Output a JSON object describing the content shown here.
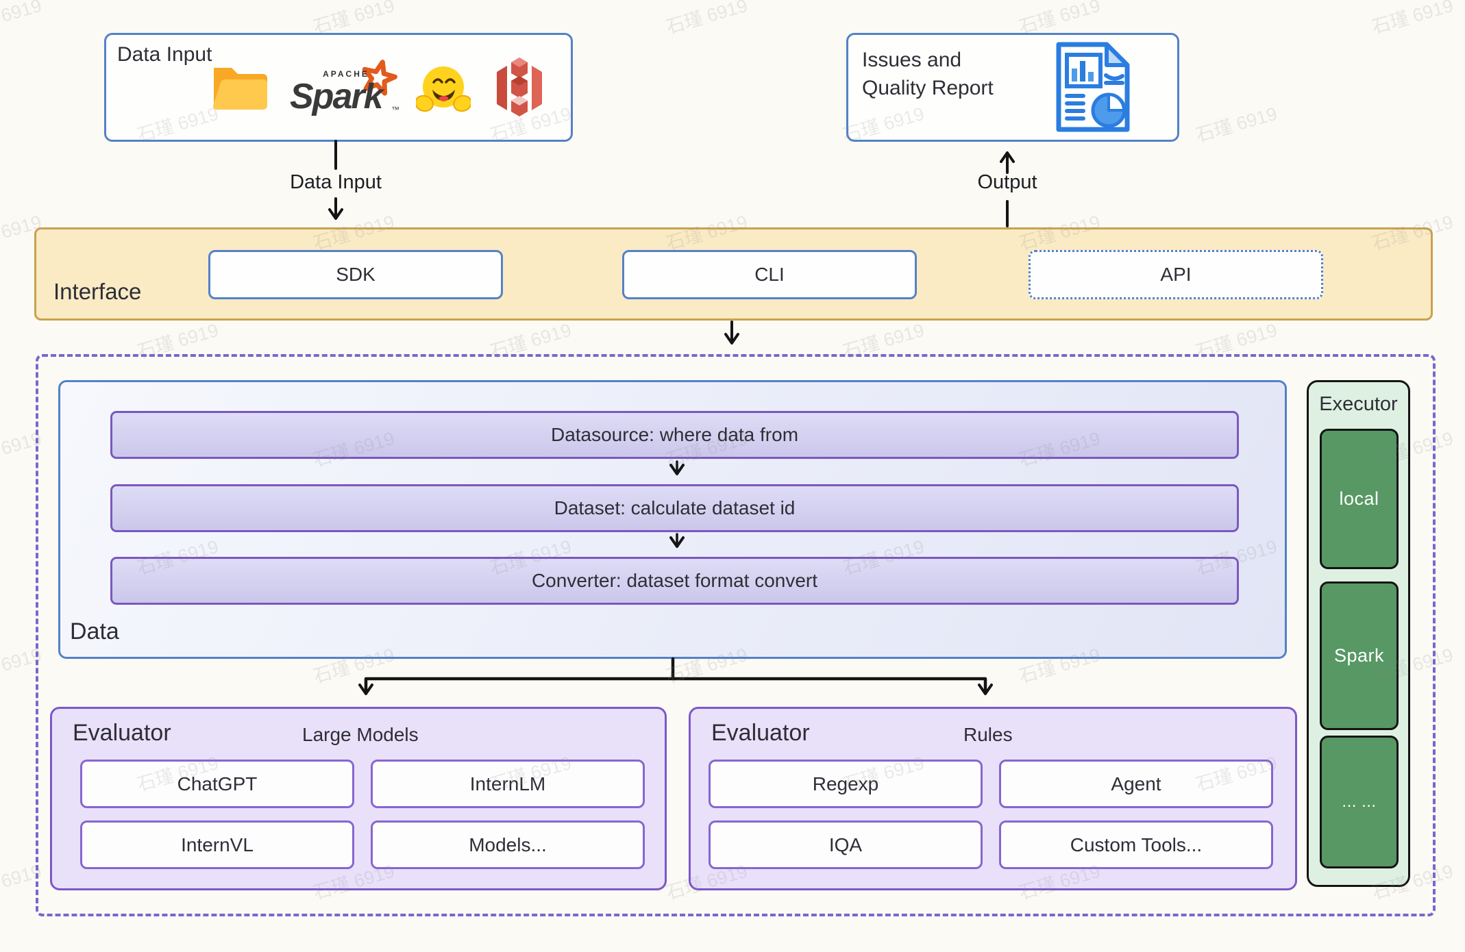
{
  "watermark": "石瑾 6919",
  "colors": {
    "accent_blue": "#5381C7",
    "interface_fill": "#FAEBC5",
    "interface_border": "#CBA14E",
    "row_purple_border": "#7A58BF",
    "dashed_purple": "#7768CE",
    "evaluator_fill": "#E9E1FA",
    "evaluator_border": "#7D57C9",
    "executor_fill": "#DEF0E2",
    "executor_green": "#579864",
    "spark_orange": "#E25A1C",
    "folder_orange": "#F9A825",
    "s3_red": "#D05546",
    "report_blue": "#2B7DE0",
    "connector_black": "#141414"
  },
  "data_input": {
    "title": "Data Input",
    "spark_apache": "APACHE",
    "spark_name": "Spark",
    "spark_tm": "™"
  },
  "issues": {
    "line1": "Issues and",
    "line2": "Quality Report"
  },
  "flow_labels": {
    "input": "Data Input",
    "output": "Output"
  },
  "interface": {
    "label": "Interface",
    "sdk": "SDK",
    "cli": "CLI",
    "api": "API"
  },
  "data_section": {
    "label": "Data",
    "rows": [
      "Datasource: where data from",
      "Dataset: calculate dataset id",
      "Converter: dataset format convert"
    ]
  },
  "evaluators": [
    {
      "title": "Evaluator",
      "subtitle": "Large Models",
      "items": [
        "ChatGPT",
        "InternLM",
        "InternVL",
        "Models..."
      ]
    },
    {
      "title": "Evaluator",
      "subtitle": "Rules",
      "items": [
        "Regexp",
        "Agent",
        "IQA",
        "Custom Tools..."
      ]
    }
  ],
  "executor": {
    "title": "Executor",
    "items": [
      "local",
      "Spark",
      "... ..."
    ]
  }
}
